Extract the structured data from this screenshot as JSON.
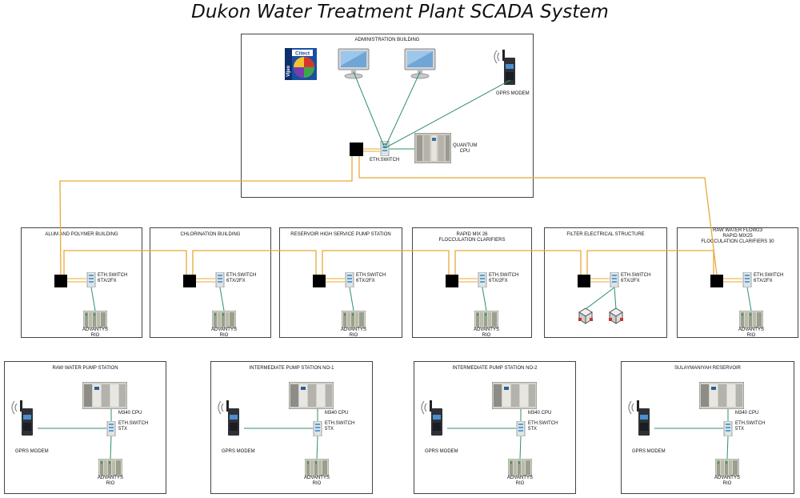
{
  "title": "Dukon Water Treatment Plant SCADA System",
  "colors": {
    "fiber": "#e8a93a",
    "ethernet": "#2f8f6a",
    "border": "#444444"
  },
  "admin": {
    "title": "ADMINISTRATION BUILDING",
    "software_logo": "Citect Vijeo",
    "gprs_label": "GPRS MODEM",
    "quantum_label": "QUANTUM\nCPU",
    "switch_label": "ETH.SWITCH"
  },
  "buildings": [
    {
      "title": "ALUM AND POLYMER BUILDING",
      "switch": "ETH.SWITCH\n6TX/2FX",
      "io": "ADVANTYS\nRIO"
    },
    {
      "title": "CHLORINATION BUILDING",
      "switch": "ETH.SWITCH\n6TX/2FX",
      "io": "ADVANTYS\nRIO"
    },
    {
      "title": "RESERVOIR HIGH SERVICE PUMP STATION",
      "switch": "ETH.SWITCH\n6TX/2FX",
      "io": "ADVANTYS\nRIO"
    },
    {
      "title": "RAPID MIX 26\nFLOCCULATION CLARIFIERS",
      "switch": "ETH.SWITCH\n6TX/2FX",
      "io": "ADVANTYS\nRIO"
    },
    {
      "title": "FILTER ELECTRICAL STRUCTURE",
      "switch": "ETH.SWITCH\n6TX/2FX",
      "io": ""
    },
    {
      "title": "RAW WATER FLOW23\nRAPID MIX25\nFLOCCULATION CLARIFIERS 30",
      "switch": "ETH.SWITCH\n6TX/2FX",
      "io": "ADVANTYS\nRIO"
    }
  ],
  "stations": [
    {
      "title": "RAW WATER PUMP STATION",
      "modem": "GPRS MODEM",
      "cpu": "M340 CPU",
      "switch": "ETH.SWITCH\n5TX",
      "io": "ADVANTYS\nRIO"
    },
    {
      "title": "INTERMEDIATE PUMP STATION NO-1",
      "modem": "GPRS MODEM",
      "cpu": "M340 CPU",
      "switch": "ETH.SWITCH\n5TX",
      "io": "ADVANTYS\nRIO"
    },
    {
      "title": "INTERMEDIATE PUMP STATION NO-2",
      "modem": "GPRS MODEM",
      "cpu": "M340 CPU",
      "switch": "ETH.SWITCH\n5TX",
      "io": "ADVANTYS\nRIO"
    },
    {
      "title": "SULAYMANIYAH RESERVOIR",
      "modem": "GPRS MODEM",
      "cpu": "M340 CPU",
      "switch": "ETH.SWITCH\n5TX",
      "io": "ADVANTYS\nRIO"
    }
  ]
}
